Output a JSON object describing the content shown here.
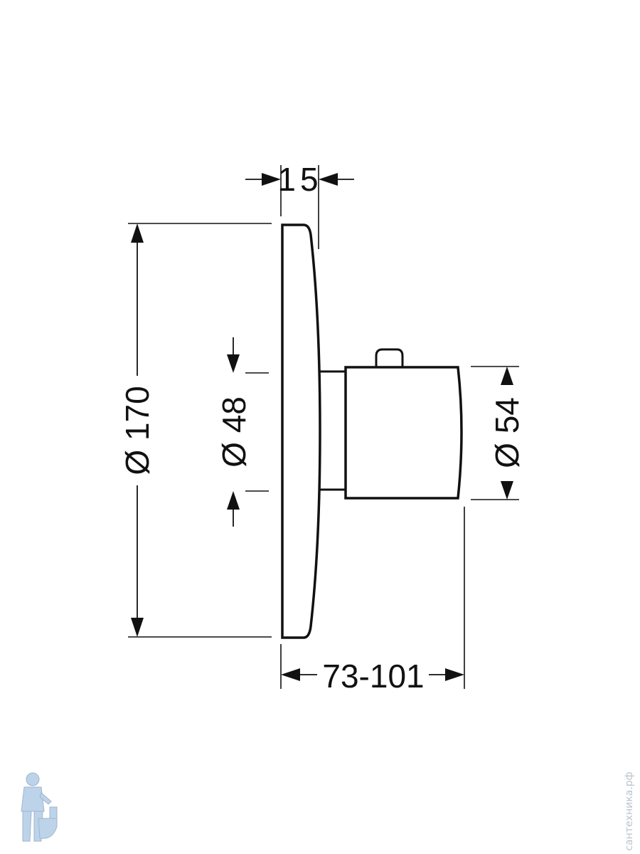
{
  "dimensions": {
    "width_15": "15",
    "diameter_170": "Ø 170",
    "diameter_48": "Ø 48",
    "diameter_54": "Ø 54",
    "depth_range": "73-101"
  },
  "watermark": {
    "text": "сантехника.рф",
    "logo_icon": "plumber-icon",
    "color": "#b9c4cf"
  },
  "colors": {
    "line": "#111111",
    "background": "#ffffff"
  }
}
